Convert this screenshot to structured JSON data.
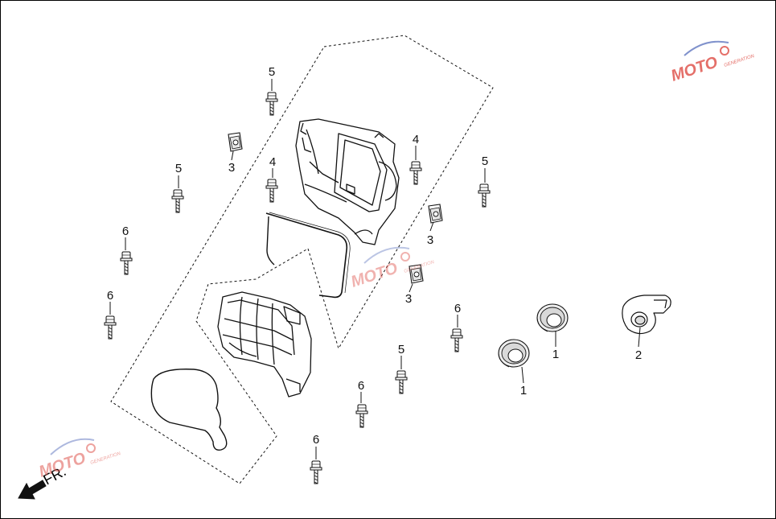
{
  "diagram": {
    "direction_label": "FR.",
    "watermark": {
      "text": "MOTO",
      "subtext": "GENERATION"
    },
    "callouts": [
      "5",
      "3",
      "5",
      "4",
      "4",
      "5",
      "6",
      "3",
      "3",
      "6",
      "6",
      "1",
      "2",
      "5",
      "1",
      "6",
      "6"
    ]
  },
  "colors": {
    "line": "#111111",
    "watermark_red": "#e0574f",
    "watermark_blue": "#6b7fc4"
  }
}
